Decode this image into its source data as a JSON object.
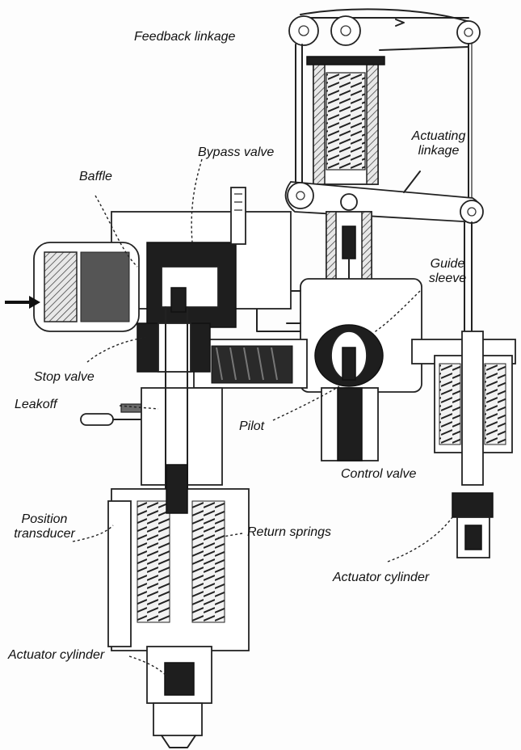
{
  "labels": {
    "feedback_linkage": "Feedback linkage",
    "actuating_linkage": "Actuating linkage",
    "bypass_valve": "Bypass valve",
    "baffle": "Baffle",
    "guide_sleeve": "Guide sleeve",
    "stop_valve": "Stop valve",
    "leakoff": "Leakoff",
    "pilot": "Pilot",
    "control_valve": "Control valve",
    "position_transducer": "Position transducer",
    "return_springs": "Return springs",
    "actuator_cylinder_right": "Actuator cylinder",
    "actuator_cylinder_bottom": "Actuator cylinder"
  },
  "icons": {
    "inlet_arrow": "arrow-right-icon"
  },
  "colors": {
    "ink": "#1e1e1e",
    "paper": "#fdfdfd"
  }
}
